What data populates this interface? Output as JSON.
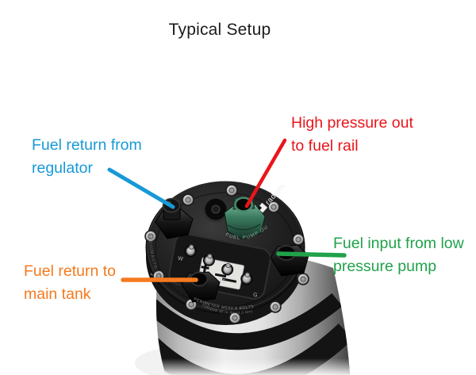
{
  "title": "Typical Setup",
  "callouts": {
    "regulator_return": {
      "line1": "Fuel return from",
      "line2": "regulator",
      "color": "#1799d6"
    },
    "high_pressure": {
      "line1": "High pressure out",
      "line2": "to fuel rail",
      "color": "#e9151b"
    },
    "low_pressure_input": {
      "line1": "Fuel input from low",
      "line2": "pressure pump",
      "color": "#20a24b"
    },
    "tank_return": {
      "line1": "Fuel return to",
      "line2": "main tank",
      "color": "#f57a1e"
    }
  },
  "pump": {
    "logo": "radium",
    "engravings": {
      "port_label": "FUEL PUMP OUT",
      "website": "RADIUMAUTO.COM",
      "perimeter_note_1": "PERIMETER M5X0.8 BOLTS",
      "perimeter_note_2": "TORQUE 35 in-lbs (4.0 Nm)",
      "motor_type": "BRUSHLESS",
      "terminal_w": "W",
      "terminal_b": "B",
      "terminal_g": "G"
    }
  }
}
